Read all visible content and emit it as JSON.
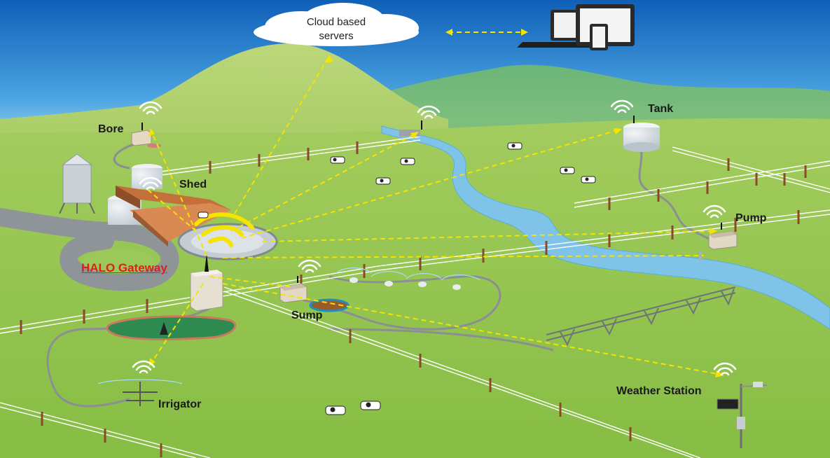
{
  "cloud": {
    "line1": "Cloud based",
    "line2": "servers"
  },
  "gateway": {
    "label": "HALO Gateway"
  },
  "nodes": {
    "bore": "Bore",
    "shed": "Shed",
    "tank": "Tank",
    "pump": "Pump",
    "sump": "Sump",
    "irrigator": "Irrigator",
    "weather_station": "Weather Station"
  },
  "colors": {
    "sky_top": "#1a6fc4",
    "grass": "#8fc24a",
    "river": "#7fc3e8",
    "link_line": "#f5e300",
    "gateway_label": "#e11d1d"
  }
}
